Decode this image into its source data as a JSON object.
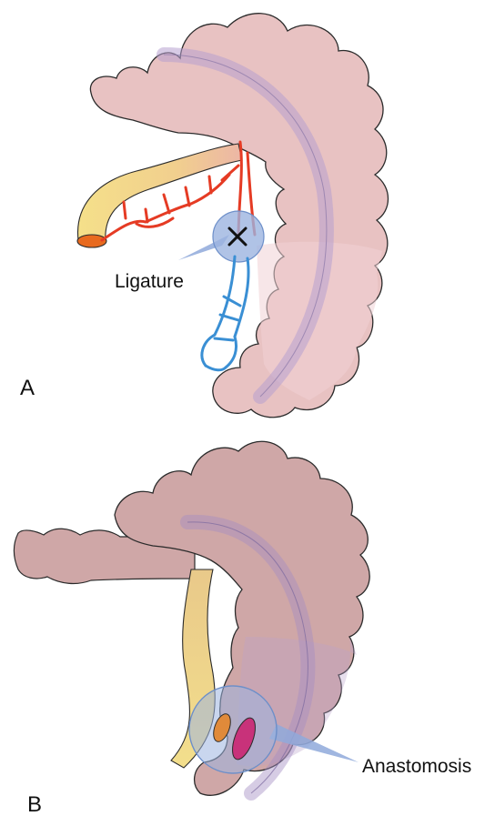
{
  "panels": {
    "a": {
      "letter": "A",
      "callout": "Ligature"
    },
    "b": {
      "letter": "B",
      "callout": "Anastomosis"
    }
  },
  "colors": {
    "bowel_fill": "#e8c2c2",
    "bowel_fill_b": "#cfa7a7",
    "bowel_outline": "#2b2b2b",
    "mucosa_band": "#b7a0cf",
    "ileum_yellow": "#f0d679",
    "artery_red": "#e53b24",
    "vein_blue": "#3a8fd4",
    "lumen_orange": "#e86a1f",
    "callout_blue": "#8fa9da",
    "anastomosis_magenta": "#c8327a"
  }
}
